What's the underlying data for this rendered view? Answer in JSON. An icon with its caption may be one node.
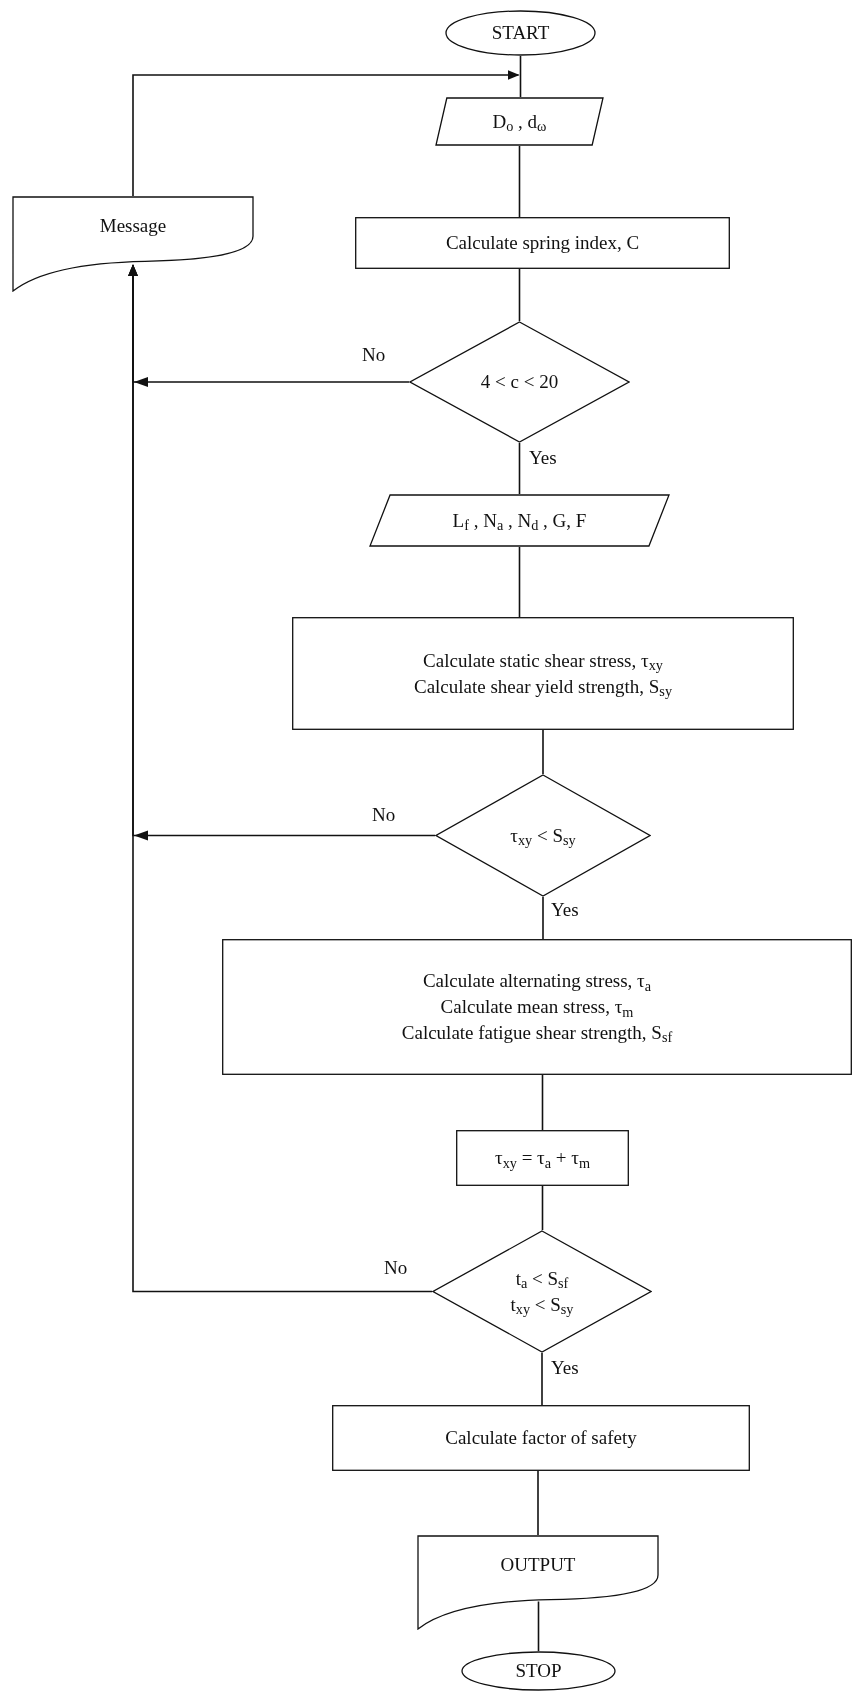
{
  "diagram": {
    "nodes": [
      {
        "text": [
          "START"
        ]
      },
      {
        "text": [
          "D$_{o}$ ,  d$_{ω}$"
        ]
      },
      {
        "text": [
          "Message"
        ]
      },
      {
        "text": [
          "Calculate spring index, C"
        ]
      },
      {
        "text": [
          "4 < c < 20"
        ]
      },
      {
        "text": [
          "L$_{f}$ , N$_{a}$ , N$_{d}$ , G, F"
        ]
      },
      {
        "text": [
          "Calculate static shear stress, τ$_{xy}$",
          "Calculate shear yield strength, S$_{sy}$"
        ]
      },
      {
        "text": [
          "τ$_{xy}$ < S$_{sy}$"
        ]
      },
      {
        "text": [
          "Calculate alternating stress, τ$_{a}$",
          "Calculate mean stress, τ$_{m}$",
          "Calculate fatigue shear strength, S$_{sf}$"
        ]
      },
      {
        "text": [
          "τ$_{xy}$ = τ$_{a}$ + τ$_{m}$"
        ]
      },
      {
        "text": [
          "t$_{a}$ < S$_{sf}$",
          "t$_{xy}$ < S$_{sy}$"
        ]
      },
      {
        "text": [
          "Calculate factor of safety"
        ]
      },
      {
        "text": [
          "OUTPUT"
        ]
      },
      {
        "text": [
          "STOP"
        ]
      }
    ],
    "edges": [
      {
        "from": 0,
        "to": 1,
        "arrow": "none"
      },
      {
        "from": 1,
        "to": 3,
        "arrow": "none"
      },
      {
        "from": 3,
        "to": 4,
        "arrow": "none"
      },
      {
        "from": 4,
        "to": 5,
        "arrow": "none",
        "label": "Yes"
      },
      {
        "from": 5,
        "to": 6,
        "arrow": "none"
      },
      {
        "from": 6,
        "to": 7,
        "arrow": "none"
      },
      {
        "from": 7,
        "to": 8,
        "arrow": "none",
        "label": "Yes"
      },
      {
        "from": 8,
        "to": 9,
        "arrow": "none"
      },
      {
        "from": 9,
        "to": 10,
        "arrow": "none"
      },
      {
        "from": 10,
        "to": 11,
        "arrow": "none",
        "label": "Yes"
      },
      {
        "from": 11,
        "to": 12,
        "arrow": "none"
      },
      {
        "from": 12,
        "to": 13,
        "arrow": "none"
      },
      {
        "from": 2,
        "to": 1,
        "arrow": "to"
      },
      {
        "from": 4,
        "to": 2,
        "arrow": "to",
        "label": "No"
      },
      {
        "from": 7,
        "to": 2,
        "arrow": "to",
        "label": "No"
      },
      {
        "from": 10,
        "to": 2,
        "arrow": "to",
        "label": "No"
      }
    ]
  }
}
